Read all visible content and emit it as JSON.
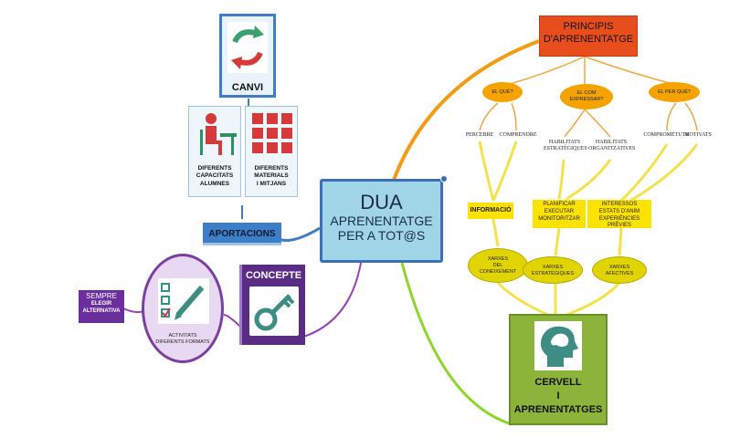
{
  "colors": {
    "center_fill": "#9fd5e6",
    "center_border": "#3c6fb5",
    "principis_fill": "#e84e1b",
    "orange_line": "#f39c12",
    "oval_fill": "#f4a300",
    "yellow_box": "#fbe200",
    "green_oval": "#e2d400",
    "green_box": "#8cb33a",
    "blue_banner": "#3d7ec7",
    "purple": "#7b3fa0"
  },
  "center": {
    "l1": "DUA",
    "l2": "APRENENTATGE",
    "l3": "PER A TOT@S"
  },
  "canvi": {
    "label": "CANVI",
    "icon": "recycle-arrows-icon"
  },
  "aportacions": {
    "label": "APORTACIONS",
    "left_card": {
      "l1": "DIFERENTS",
      "l2": "CAPACITATS",
      "l3": "ALUMNES",
      "icon": "student-desk-icon"
    },
    "right_card": {
      "l1": "DIFERENTS",
      "l2": "MATERIALS",
      "l3": "I MITJANS",
      "icon": "grid-icon"
    }
  },
  "concepte": {
    "label": "CONCEPTE",
    "icon": "key-icon"
  },
  "activitats": {
    "l1": "ACTIVITATS",
    "l2": "DIFERENTS FORMATS",
    "icon": "checklist-pencil-icon"
  },
  "sempre": {
    "l1": "SEMPRE",
    "l2": "ELEGIR",
    "l3": "ALTERNATIVA"
  },
  "principis": {
    "l1": "PRINCIPIS",
    "l2": "D'APRENENTATGE"
  },
  "questions": {
    "q1": "EL QUÈ?",
    "q2a": "EL COM",
    "q2b": "EXPRESSAR?",
    "q3": "EL PER QUÈ?"
  },
  "sub": {
    "percebre": "PERCEBRE",
    "comprendre": "COMPRENDRE",
    "hab_est_1": "HABILITATS",
    "hab_est_2": "ESTRATÈGIQUES",
    "hab_org_1": "HABILITATS",
    "hab_org_2": "ORGANITZATIVES",
    "compromesos": "COMPROMETUTS",
    "motivats": "MOTIVATS"
  },
  "yellow": {
    "informacio": "INFORMACIÓ",
    "plan1": "PLANIFICAR",
    "plan2": "EXECUTAR",
    "plan3": "MONITORITZAR",
    "int1": "INTERESSOS",
    "int2": "ESTATS D'ANIM",
    "int3": "EXPERIÈNCIES PRÈVIES"
  },
  "xarxes": {
    "x1a": "XARXES",
    "x1b": "DEL",
    "x1c": "CONEIXEMENT",
    "x2a": "XARXES",
    "x2b": "ESTRATÈGIQUES",
    "x3a": "XARXES",
    "x3b": "AFECTIVES"
  },
  "cervell": {
    "l1": "CERVELL",
    "l2": "I",
    "l3": "APRENENTATGES",
    "icon": "head-brain-icon"
  }
}
